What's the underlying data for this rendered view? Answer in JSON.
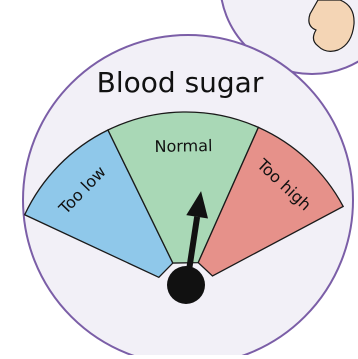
{
  "title": "Blood sugar",
  "gauge": {
    "zones": [
      {
        "label": "Too low",
        "fill": "#8fc8ea"
      },
      {
        "label": "Normal",
        "fill": "#a9d8b6"
      },
      {
        "label": "Too high",
        "fill": "#e6918a"
      }
    ],
    "needle_zone": "Normal",
    "needle_level": 0.58
  },
  "colors": {
    "bubble_outline": "#7b5ea7",
    "bubble_fill": "#f2f0f7",
    "outline": "#1a1a1a",
    "needle": "#111111",
    "hand": "#f4d5b5"
  }
}
